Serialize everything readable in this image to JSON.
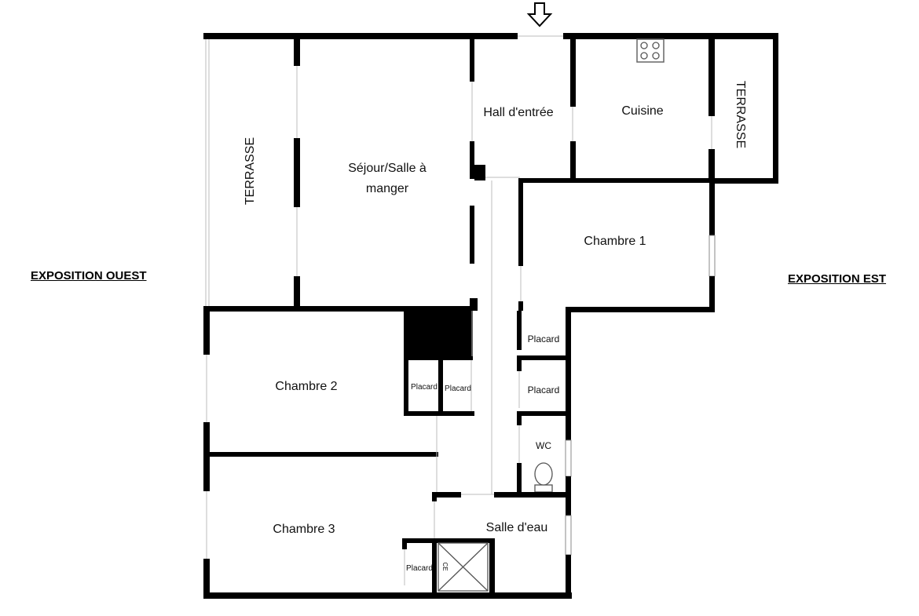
{
  "exposure": {
    "west": "EXPOSITION OUEST",
    "east": "EXPOSITION EST"
  },
  "rooms": {
    "terrasse_west": "TERRASSE",
    "sejour_line1": "Séjour/Salle à",
    "sejour_line2": "manger",
    "hall": "Hall d'entrée",
    "cuisine": "Cuisine",
    "terrasse_east": "TERRASSE",
    "chambre1": "Chambre 1",
    "chambre2": "Chambre 2",
    "chambre3": "Chambre 3",
    "placard_a": "Placard",
    "placard_b": "Placard",
    "placard_c": "Placard",
    "placard_d": "Placard",
    "placard_e": "Placard",
    "wc": "WC",
    "salle_eau": "Salle d'eau",
    "ce_mark": "CE"
  },
  "icons": {
    "entrance": "down-arrow-icon",
    "stove": "stove-icon",
    "toilet": "toilet-icon",
    "shower": "shower-icon"
  }
}
